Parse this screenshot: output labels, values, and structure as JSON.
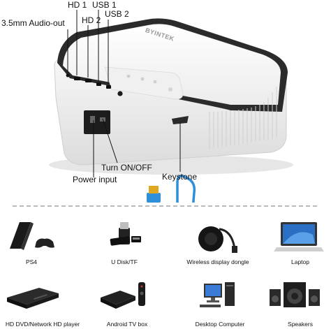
{
  "brand": "BYINTEK",
  "port_labels": {
    "audio_out": "3.5mm Audio-out",
    "hd1": "HD 1",
    "hd2": "HD 2",
    "usb1": "USB 1",
    "usb2": "USB 2",
    "power_input": "Power input",
    "turn_on_off": "Turn ON/OFF",
    "keystone": "Keystone"
  },
  "devices": [
    {
      "label": "PS4",
      "icon": "game-console-icon"
    },
    {
      "label": "U Disk/TF",
      "icon": "usb-drive-icon"
    },
    {
      "label": "Wireless display dongle",
      "icon": "display-dongle-icon"
    },
    {
      "label": "Laptop",
      "icon": "laptop-icon"
    },
    {
      "label": "HD DVD/Network HD player",
      "icon": "dvd-player-icon"
    },
    {
      "label": "Android TV box",
      "icon": "tv-box-icon"
    },
    {
      "label": "Desktop Computer",
      "icon": "desktop-computer-icon"
    },
    {
      "label": "Speakers",
      "icon": "speakers-icon"
    }
  ],
  "colors": {
    "cable_blue": "#2f8fd8",
    "connector_gold": "#e0a820",
    "body_white": "#f4f4f4"
  }
}
